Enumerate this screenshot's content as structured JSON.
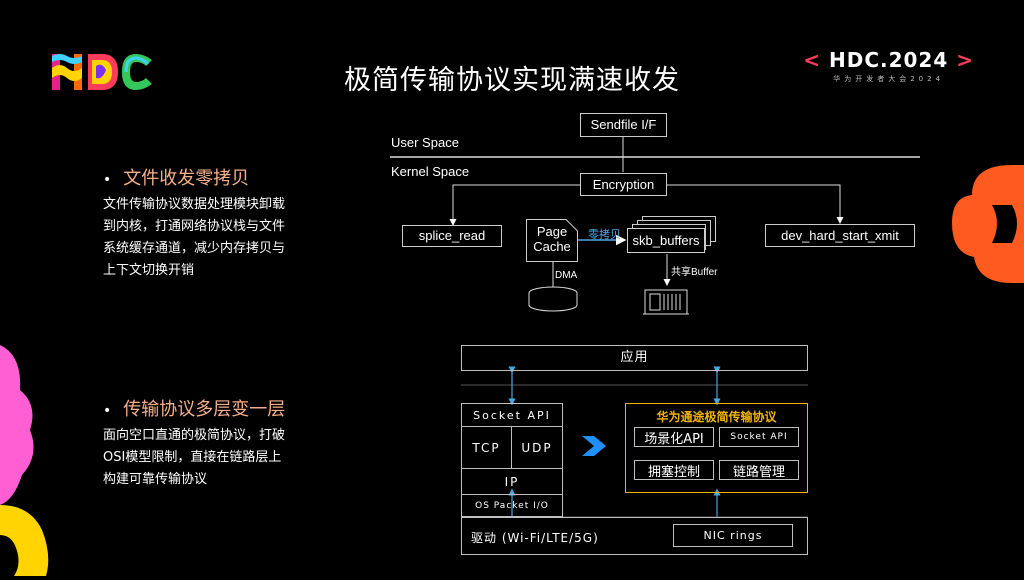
{
  "slide": {
    "title": "极简传输协议实现满速收发"
  },
  "brand": {
    "hdc_prefix": "<",
    "hdc_main": "HDC.2024",
    "hdc_suffix": ">",
    "hdc_sub": "华为开发者大会2024",
    "logo_text": "HDC"
  },
  "bullets": [
    {
      "marker": "•",
      "title": "文件收发零拷贝",
      "lines": [
        "文件传输协议数据处理模块卸载",
        "到内核，打通网络协议栈与文件",
        "系统缓存通道，减少内存拷贝与",
        "上下文切换开销"
      ]
    },
    {
      "marker": "•",
      "title": "传输协议多层变一层",
      "lines": [
        "面向空口直通的极简协议，打破",
        "OSI模型限制，直接在链路层上",
        "构建可靠传输协议"
      ]
    }
  ],
  "diagram_top": {
    "sendfile": "Sendfile I/F",
    "user_space": "User Space",
    "kernel_space": "Kernel Space",
    "encryption": "Encryption",
    "splice_read": "splice_read",
    "page_cache_line1": "Page",
    "page_cache_line2": "Cache",
    "zero_copy": "零拷贝",
    "skb_buffers": "skb_buffers",
    "dev_xmit": "dev_hard_start_xmit",
    "dma": "DMA",
    "shared_buffer": "共享Buffer"
  },
  "diagram_bottom": {
    "app": "应用",
    "socket_api": "Socket API",
    "tcp": "TCP",
    "udp": "UDP",
    "ip": "IP",
    "os_packet_io": "OS Packet I/O",
    "proto_title": "华为通途极简传输协议",
    "scene_api": "场景化API",
    "socket_api_right": "Socket API",
    "congestion": "拥塞控制",
    "link_mgmt": "链路管理",
    "driver": "驱动 (Wi-Fi/LTE/5G)",
    "nic_rings": "NIC rings"
  },
  "colors": {
    "accent_orange": "#f5b08a",
    "proto_yellow": "#f0b400",
    "zero_copy_blue": "#4aa8e0",
    "arrow_blue": "#1e90ff"
  }
}
